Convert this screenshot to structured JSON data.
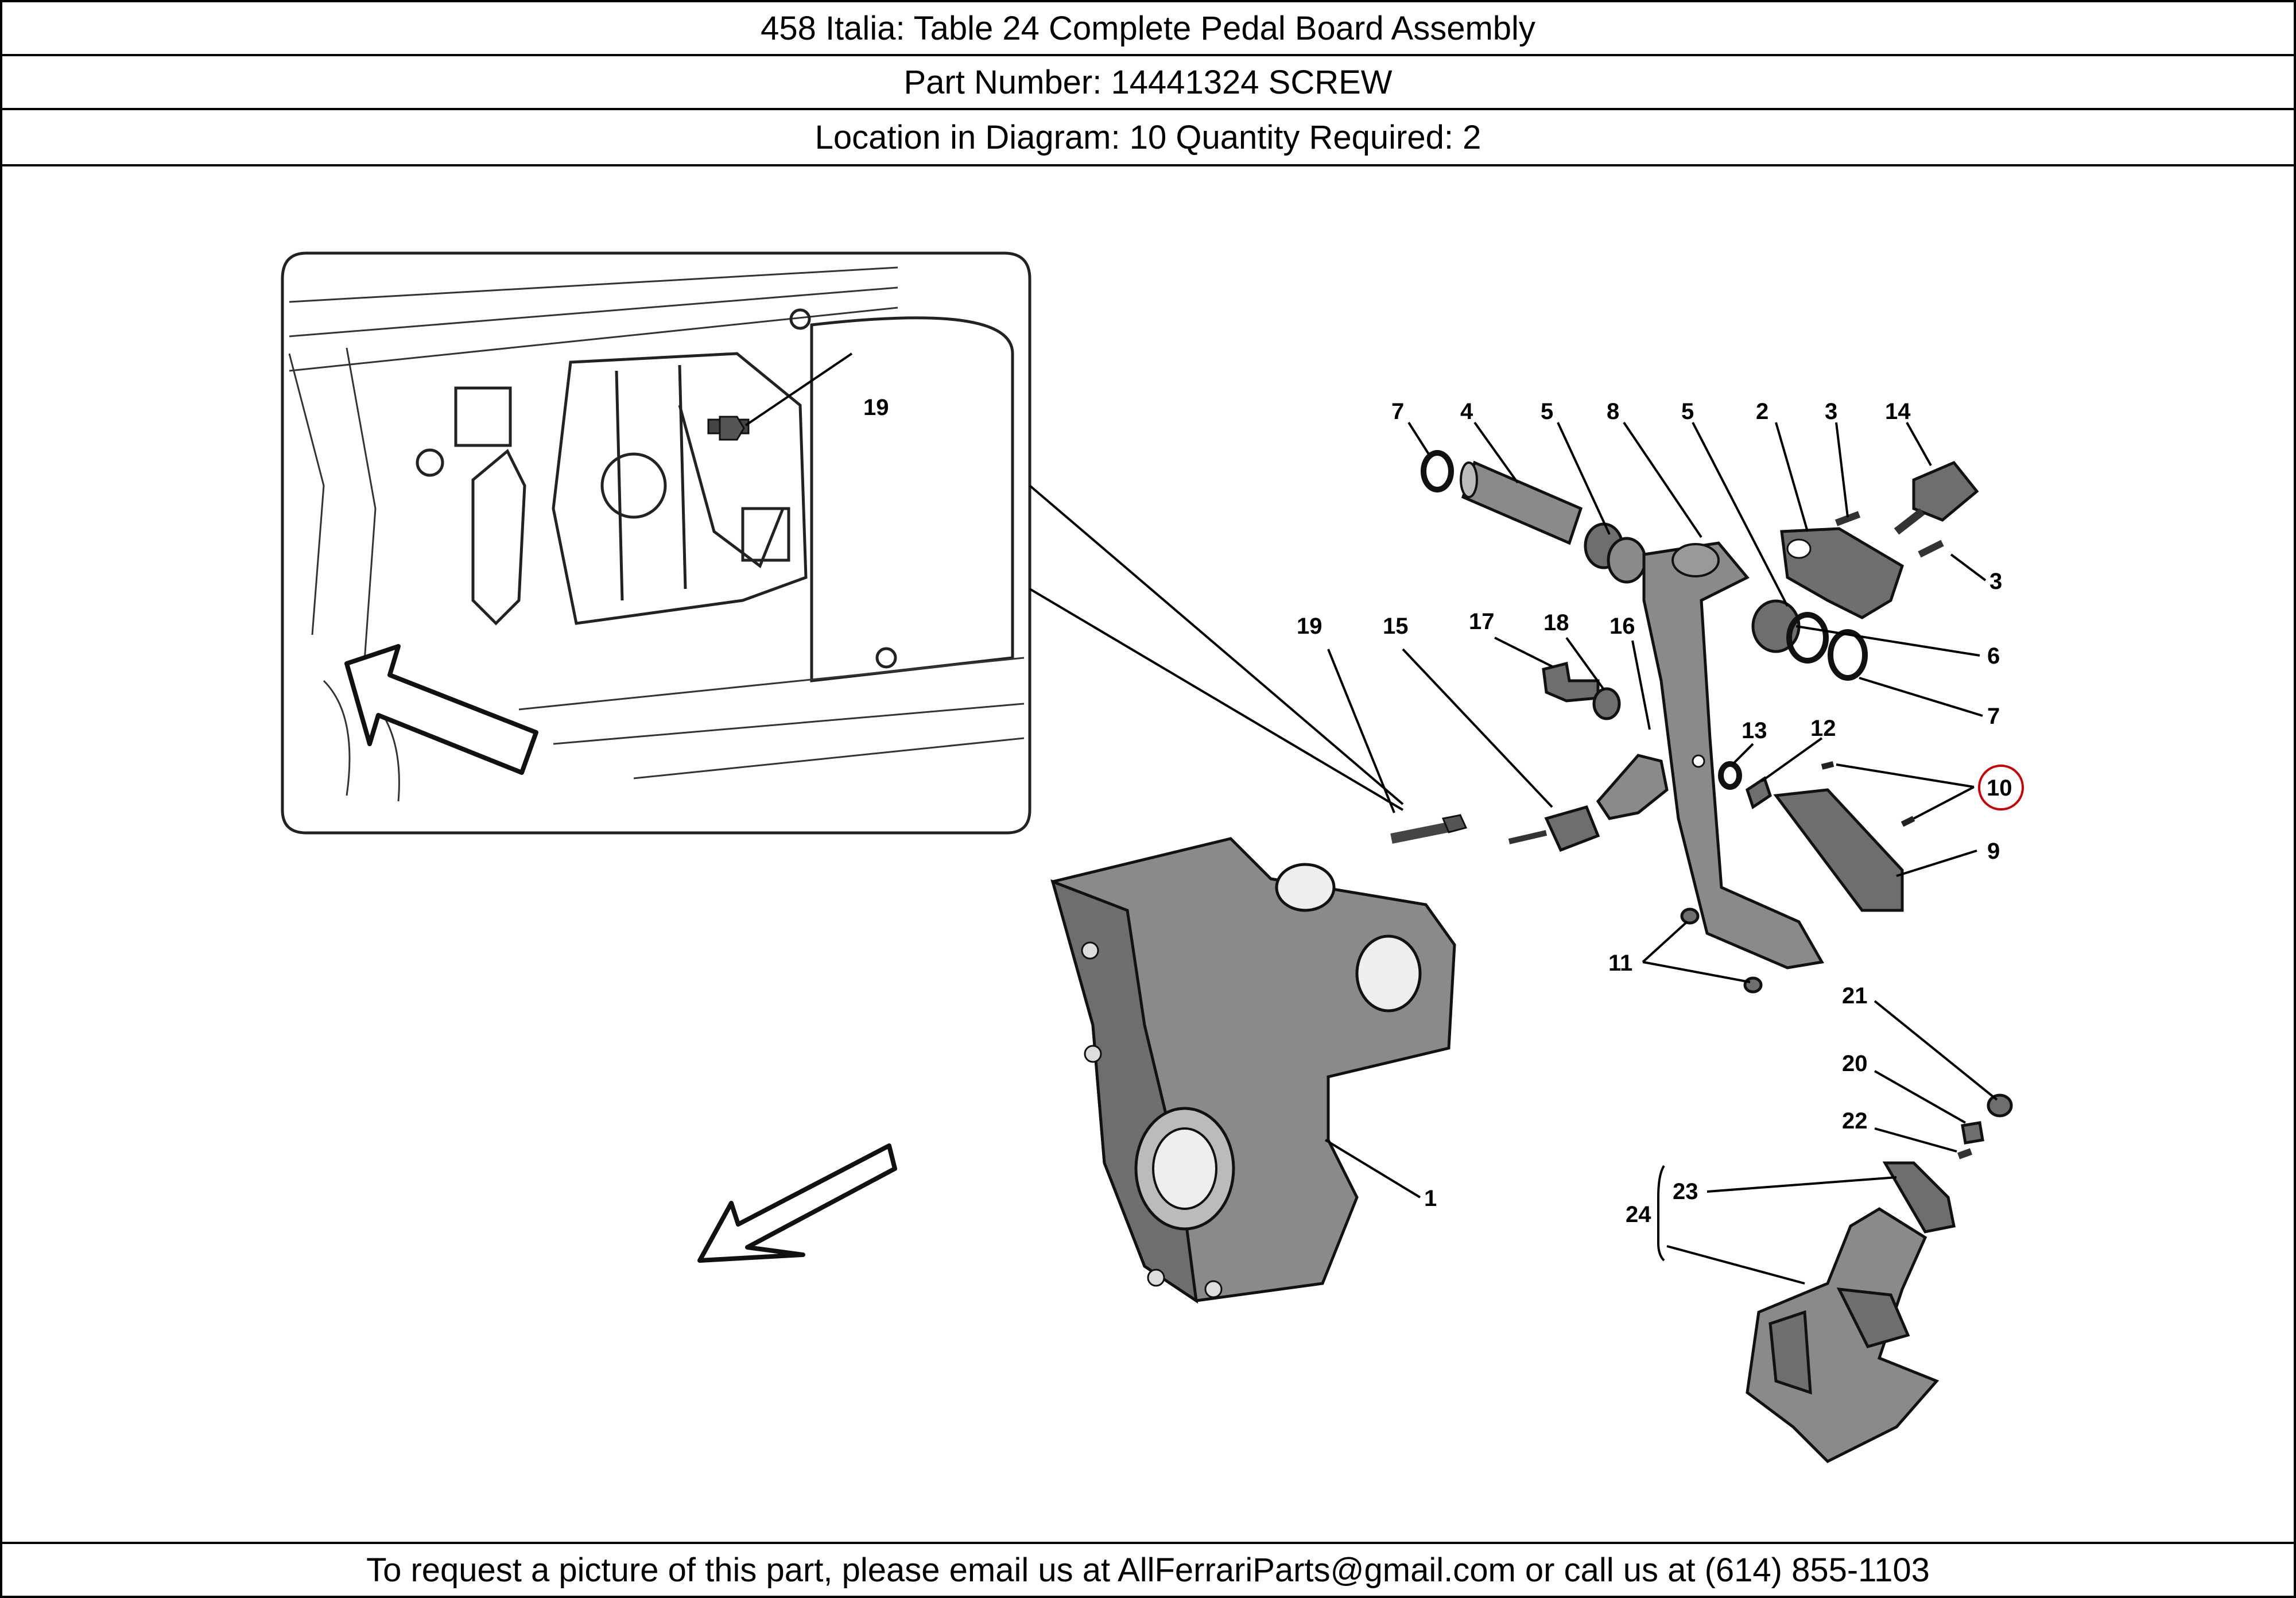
{
  "header": {
    "title": "458 Italia:   Table 24 Complete Pedal Board Assembly",
    "part_number": "Part Number: 14441324   SCREW",
    "location": "Location in Diagram: 10   Quantity Required: 2"
  },
  "diagram": {
    "highlight_color": "#cc0000",
    "highlighted_label": "10",
    "callouts": {
      "c19a": "19",
      "c7a": "7",
      "c4": "4",
      "c5a": "5",
      "c8": "8",
      "c5b": "5",
      "c2": "2",
      "c3a": "3",
      "c14": "14",
      "c3b": "3",
      "c6": "6",
      "c7b": "7",
      "c19b": "19",
      "c15": "15",
      "c17": "17",
      "c18": "18",
      "c16": "16",
      "c13": "13",
      "c12": "12",
      "c10": "10",
      "c9": "9",
      "c11": "11",
      "c21": "21",
      "c20": "20",
      "c22": "22",
      "c23": "23",
      "c24": "24",
      "c1": "1"
    }
  },
  "footer": {
    "text": "To request a picture of this part, please email us at AllFerrariParts@gmail.com or call us at (614) 855-1103"
  }
}
